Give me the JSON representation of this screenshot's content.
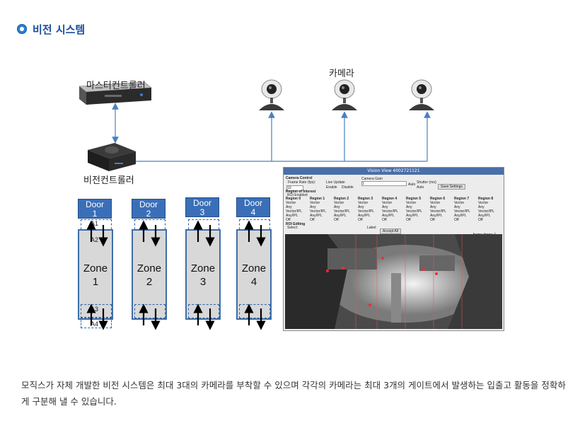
{
  "header": {
    "title": "비전 시스템"
  },
  "labels": {
    "master_controller": "마스터컨트롤러",
    "vision_controller": "비전컨트롤러",
    "cameras": "카메라"
  },
  "doors": [
    {
      "top": "Door",
      "num": "1"
    },
    {
      "top": "Door",
      "num": "2"
    },
    {
      "top": "Door",
      "num": "3"
    },
    {
      "top": "Door",
      "num": "4"
    }
  ],
  "zones": [
    {
      "word": "Zone",
      "num": "1"
    },
    {
      "word": "Zone",
      "num": "2"
    },
    {
      "word": "Zone",
      "num": "3"
    },
    {
      "word": "Zone",
      "num": "4"
    }
  ],
  "sensor_labels": {
    "a1": "A1",
    "a2": "A2",
    "a3": "A3",
    "a4": "A4"
  },
  "vision_window": {
    "title": "Vision View 4002721121",
    "camera_control": "Camera Control",
    "frame_rate_label": "Frame Rate (fps):",
    "frame_rate_value": "10",
    "live_update_label": "Live Update",
    "enable": "Enable",
    "disable": "Disable",
    "camera_gain_label": "Camera Gain",
    "camera_gain_value": "1",
    "auto": "Auto",
    "shutter_label": "Shutter (ms):",
    "shutter_value": "Auto",
    "save_settings": "Save Settings",
    "regions_label": "Region of Interest",
    "roi_enabled": "ROI Enabled",
    "regions": [
      "Region 0",
      "Region 1",
      "Region 2",
      "Region 3",
      "Region 4",
      "Region 5",
      "Region 6",
      "Region 7",
      "Region 8"
    ],
    "options": [
      "Vector",
      "Any",
      "Vector/IPL",
      "Any/IPL",
      "Off"
    ],
    "roi_editing": "ROI Editing",
    "select": "Select:",
    "label": "Label:",
    "accept_all": "Accept All",
    "frame_drops": "frame drops: 1"
  },
  "description": "모직스가 자체 개발한 비전 시스템은 최대 3대의 카메라를 부착할 수 있으며 각각의 카메라는 최대 3개의 게이트에서 발생하는 입출고 활동을 정확하게 구분해 낼 수 있습니다."
}
